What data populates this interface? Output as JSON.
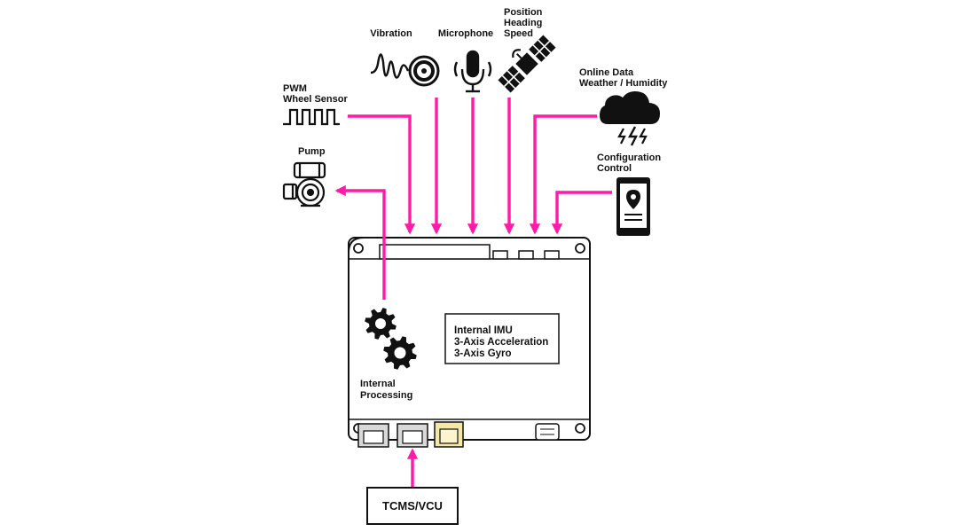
{
  "inputs": {
    "pwm": [
      "PWM",
      "Wheel Sensor"
    ],
    "pump": "Pump",
    "vibration": "Vibration",
    "microphone": "Microphone",
    "gps": [
      "Position",
      "Heading",
      "Speed"
    ],
    "online_data": [
      "Online Data",
      "Weather / Humidity"
    ],
    "configuration": [
      "Configuration",
      "Control"
    ]
  },
  "device": {
    "imu_box": [
      "Internal IMU",
      "3-Axis Acceleration",
      "3-Axis Gyro"
    ],
    "processing": [
      "Internal",
      "Processing"
    ]
  },
  "tcms_label": "TCMS/VCU",
  "colors": {
    "arrow": "#ff1aa8",
    "outline": "#111111",
    "yellow_connector": "#f3e8a6",
    "grey_connector": "#d9d9d9"
  },
  "icons": [
    "square-wave-icon",
    "pump-icon",
    "vibration-icon",
    "microphone-icon",
    "satellite-icon",
    "storm-cloud-icon",
    "smartphone-icon",
    "gear-icon"
  ]
}
